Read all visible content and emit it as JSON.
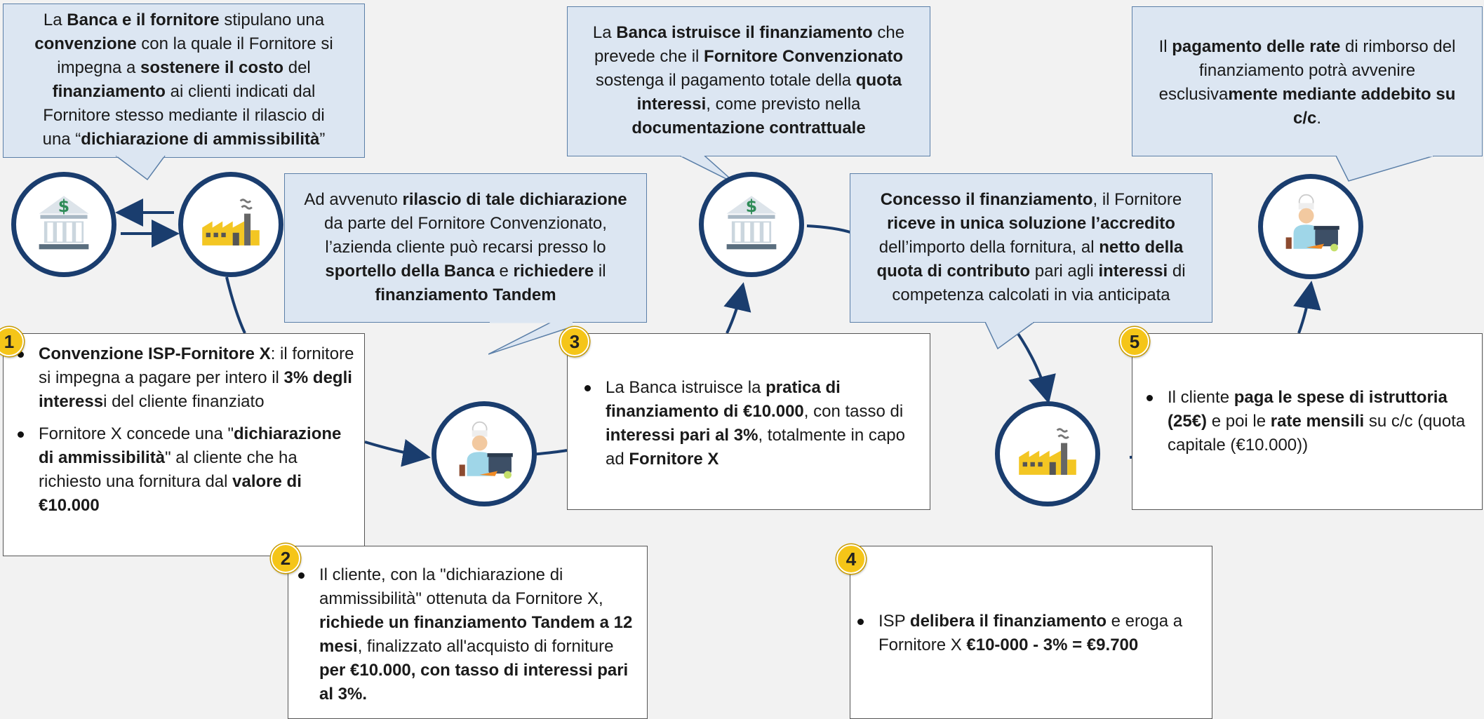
{
  "callouts": {
    "c1": [
      [
        {
          "t": "La "
        },
        {
          "t": "Banca e il fornitore",
          "b": true
        },
        {
          "t": " stipulano una"
        }
      ],
      [
        {
          "t": "convenzione",
          "b": true
        },
        {
          "t": " con la quale il Fornitore si"
        }
      ],
      [
        {
          "t": "impegna a "
        },
        {
          "t": "sostenere il costo",
          "b": true
        },
        {
          "t": " del"
        }
      ],
      [
        {
          "t": "finanziamento",
          "b": true
        },
        {
          "t": " ai clienti indicati dal"
        }
      ],
      [
        {
          "t": "Fornitore stesso mediante il rilascio di"
        }
      ],
      [
        {
          "t": "una “"
        },
        {
          "t": "dichiarazione di ammissibilità",
          "b": true
        },
        {
          "t": "”"
        }
      ]
    ],
    "c2": [
      [
        {
          "t": "Ad avvenuto "
        },
        {
          "t": "rilascio di tale dichiarazione",
          "b": true
        }
      ],
      [
        {
          "t": "da parte del Fornitore Convenzionato,"
        }
      ],
      [
        {
          "t": "l’azienda cliente può recarsi presso lo"
        }
      ],
      [
        {
          "t": "sportello della Banca",
          "b": true
        },
        {
          "t": " e "
        },
        {
          "t": "richiedere",
          "b": true
        },
        {
          "t": " il"
        }
      ],
      [
        {
          "t": "finanziamento Tandem",
          "b": true
        }
      ]
    ],
    "c3": [
      [
        {
          "t": "La "
        },
        {
          "t": "Banca istruisce il finanziamento",
          "b": true
        },
        {
          "t": " che"
        }
      ],
      [
        {
          "t": "prevede che il "
        },
        {
          "t": "Fornitore Convenzionato",
          "b": true
        }
      ],
      [
        {
          "t": "sostenga il pagamento totale della "
        },
        {
          "t": "quota",
          "b": true
        }
      ],
      [
        {
          "t": "interessi",
          "b": true
        },
        {
          "t": ", come previsto nella"
        }
      ],
      [
        {
          "t": "documentazione contrattuale",
          "b": true
        }
      ]
    ],
    "c4": [
      [
        {
          "t": "Concesso il finanziamento",
          "b": true
        },
        {
          "t": ", il Fornitore"
        }
      ],
      [
        {
          "t": "riceve in unica soluzione l’accredito",
          "b": true
        }
      ],
      [
        {
          "t": "dell’importo della fornitura, al "
        },
        {
          "t": "netto della",
          "b": true
        }
      ],
      [
        {
          "t": "quota di contributo",
          "b": true
        },
        {
          "t": " pari agli "
        },
        {
          "t": "interessi",
          "b": true
        },
        {
          "t": " di"
        }
      ],
      [
        {
          "t": "competenza calcolati in via anticipata"
        }
      ]
    ],
    "c5": [
      [
        {
          "t": "Il "
        },
        {
          "t": "pagamento delle rate",
          "b": true
        },
        {
          "t": " di rimborso del"
        }
      ],
      [
        {
          "t": "finanziamento potrà avvenire"
        }
      ],
      [
        {
          "t": "esclusiva"
        },
        {
          "t": "mente mediante addebito su",
          "b": true
        }
      ],
      [
        {
          "t": "c/c",
          "b": true
        },
        {
          "t": "."
        }
      ]
    ]
  },
  "steps": {
    "s1": {
      "number": "1",
      "items": [
        [
          {
            "t": "Convenzione ISP-Fornitore X",
            "b": true
          },
          {
            "t": ": il fornitore si impegna a pagare per intero il "
          },
          {
            "t": "3% degli interess",
            "b": true
          },
          {
            "t": "i del cliente finanziato"
          }
        ],
        [
          {
            "t": "Fornitore X concede una \""
          },
          {
            "t": "dichiarazione di ammissibilità",
            "b": true
          },
          {
            "t": "\" al cliente che ha richiesto una fornitura dal "
          },
          {
            "t": "valore di €10.000",
            "b": true
          }
        ]
      ]
    },
    "s2": {
      "number": "2",
      "items": [
        [
          {
            "t": "Il cliente, con la \"dichiarazione di ammissibilità\" ottenuta da Fornitore X, "
          },
          {
            "t": "richiede un finanziamento Tandem a 12 mesi",
            "b": true
          },
          {
            "t": ", finalizzato all'acquisto di forniture "
          },
          {
            "t": "per €10.000, con tasso di interessi pari al 3%.",
            "b": true
          }
        ]
      ]
    },
    "s3": {
      "number": "3",
      "items": [
        [
          {
            "t": "La Banca istruisce la "
          },
          {
            "t": "pratica di finanziamento di €10.000",
            "b": true
          },
          {
            "t": ", con tasso di "
          },
          {
            "t": "interessi pari al 3%",
            "b": true
          },
          {
            "t": ", totalmente in capo ad "
          },
          {
            "t": "Fornitore X",
            "b": true
          }
        ]
      ]
    },
    "s4": {
      "number": "4",
      "items": [
        [
          {
            "t": "ISP "
          },
          {
            "t": "delibera il finanziamento",
            "b": true
          },
          {
            "t": " e eroga a Fornitore X "
          },
          {
            "t": "€10-000 - 3% = €9.700",
            "b": true
          }
        ]
      ]
    },
    "s5": {
      "number": "5",
      "items": [
        [
          {
            "t": "Il cliente "
          },
          {
            "t": "paga le spese di istruttoria (25€)",
            "b": true
          },
          {
            "t": " e poi le "
          },
          {
            "t": "rate mensili",
            "b": true
          },
          {
            "t": " su c/c (quota capitale (€10.000))"
          }
        ]
      ]
    }
  },
  "icons": {
    "bank_1": "bank-icon",
    "factory_1": "factory-icon",
    "client_1": "chef-client-icon",
    "bank_2": "bank-icon",
    "factory_2": "factory-icon",
    "client_2": "chef-client-icon"
  },
  "colors": {
    "callout_bg": "#dce6f2",
    "callout_border": "#5b7fa8",
    "connector": "#1a3d6e",
    "badge": "#f5c518",
    "bank_icon": "#5a6e7e",
    "factory_icon": "#f3c623",
    "money": "#2e8b57"
  }
}
